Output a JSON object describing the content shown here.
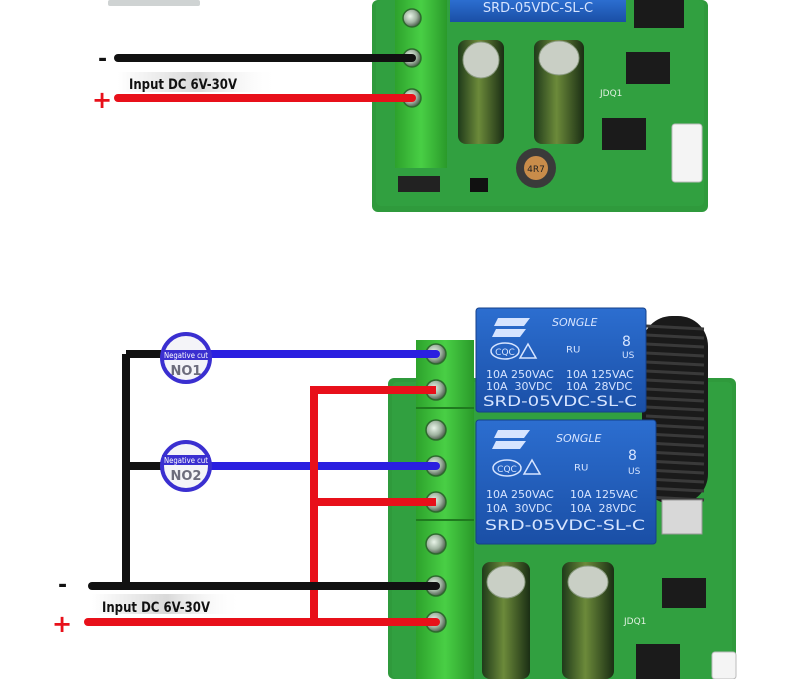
{
  "top_diagram": {
    "minus_sign": "-",
    "plus_sign": "+",
    "input_label": "Input DC 6V-30V",
    "relay_text": "SRD-05VDC-SL-C",
    "pcb_label_jdq": "JDQ1",
    "inductor_label": "4R7"
  },
  "bottom_diagram": {
    "minus_sign": "-",
    "plus_sign": "+",
    "input_label": "Input DC 6V-30V",
    "load1": {
      "tag": "Negative cut",
      "name": "NO1"
    },
    "load2": {
      "tag": "Negative cut",
      "name": "NO2"
    },
    "relays": [
      {
        "brand": "SONGLE",
        "logo": "CQC",
        "rating_num": "8",
        "rating_unit": "US",
        "spec1_left": "10A 250VAC",
        "spec1_right": "10A 125VAC",
        "spec2_left": "10A  30VDC",
        "spec2_right": "10A  28VDC",
        "model": "SRD-05VDC-SL-C"
      },
      {
        "brand": "SONGLE",
        "logo": "CQC",
        "rating_num": "8",
        "rating_unit": "US",
        "spec1_left": "10A 250VAC",
        "spec1_right": "10A 125VAC",
        "spec2_left": "10A  30VDC",
        "spec2_right": "10A  28VDC",
        "model": "SRD-05VDC-SL-C"
      }
    ],
    "pcb_label_jdq": "JDQ1"
  },
  "colors": {
    "pcb_green": "#2f9a3c",
    "terminal_green": "#3cbf3a",
    "relay_blue": "#1f5bb8",
    "wire_black": "#111111",
    "wire_red": "#e8101a",
    "wire_blue": "#2a1fe0",
    "load_ring": "#3a2fd0"
  }
}
